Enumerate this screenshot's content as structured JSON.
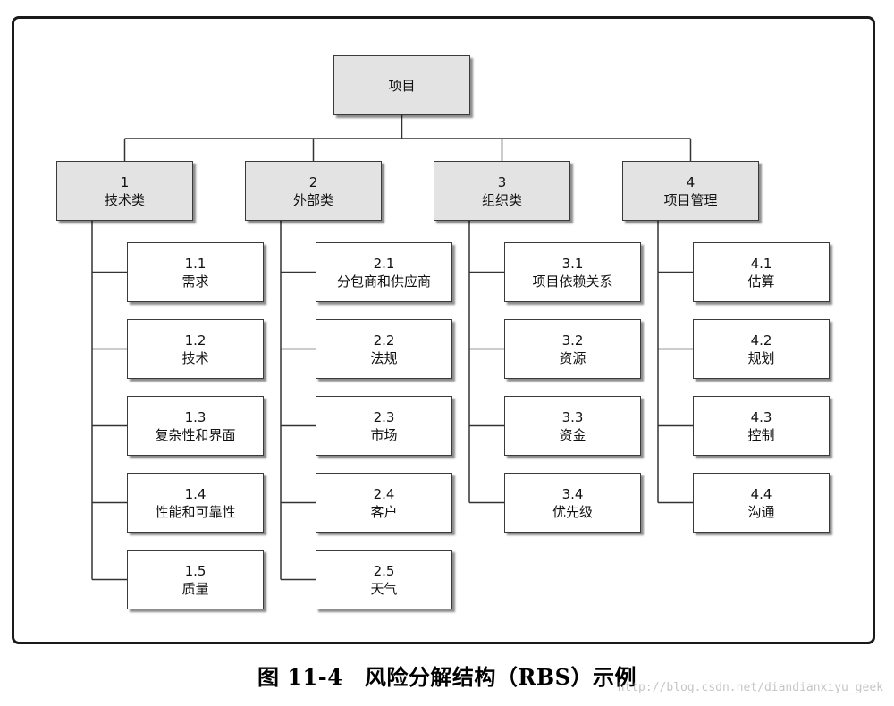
{
  "root": {
    "label": "项目"
  },
  "categories": [
    {
      "num": "1",
      "label": "技术类",
      "children": [
        {
          "num": "1.1",
          "label": "需求"
        },
        {
          "num": "1.2",
          "label": "技术"
        },
        {
          "num": "1.3",
          "label": "复杂性和界面"
        },
        {
          "num": "1.4",
          "label": "性能和可靠性"
        },
        {
          "num": "1.5",
          "label": "质量"
        }
      ]
    },
    {
      "num": "2",
      "label": "外部类",
      "children": [
        {
          "num": "2.1",
          "label": "分包商和供应商"
        },
        {
          "num": "2.2",
          "label": "法规"
        },
        {
          "num": "2.3",
          "label": "市场"
        },
        {
          "num": "2.4",
          "label": "客户"
        },
        {
          "num": "2.5",
          "label": "天气"
        }
      ]
    },
    {
      "num": "3",
      "label": "组织类",
      "children": [
        {
          "num": "3.1",
          "label": "项目依赖关系"
        },
        {
          "num": "3.2",
          "label": "资源"
        },
        {
          "num": "3.3",
          "label": "资金"
        },
        {
          "num": "3.4",
          "label": "优先级"
        }
      ]
    },
    {
      "num": "4",
      "label": "项目管理",
      "children": [
        {
          "num": "4.1",
          "label": "估算"
        },
        {
          "num": "4.2",
          "label": "规划"
        },
        {
          "num": "4.3",
          "label": "控制"
        },
        {
          "num": "4.4",
          "label": "沟通"
        }
      ]
    }
  ],
  "caption": "图 11-4　风险分解结构（RBS）示例",
  "watermark": "http://blog.csdn.net/diandianxiyu_geek"
}
